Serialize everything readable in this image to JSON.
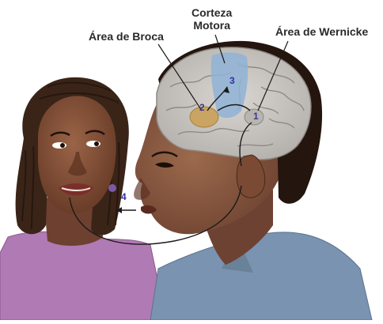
{
  "labels": {
    "broca": "Área de Broca",
    "corteza_line1": "Corteza",
    "corteza_line2": "Motora",
    "wernicke": "Área de Wernicke"
  },
  "steps": [
    "1",
    "2",
    "3",
    "4"
  ],
  "colors": {
    "label_text": "#2a2a2a",
    "step_number": "#3a3aa0",
    "broca_region": "#c9a463",
    "motor_cortex": "#8fb3d6",
    "wernicke_region": "#a9a9a9",
    "pathway_line": "#1a1a1a"
  }
}
